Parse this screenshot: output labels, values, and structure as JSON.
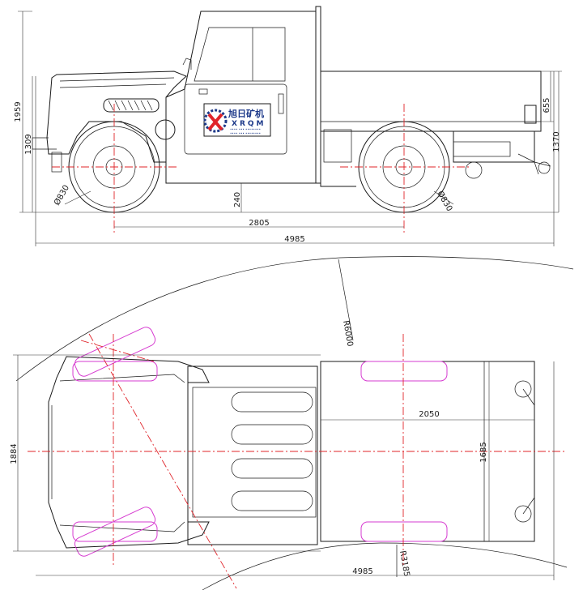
{
  "side_view": {
    "height_total": "1959",
    "height_cab": "1309",
    "rear_deck_height": "655",
    "rear_height": "1370",
    "wheel_front": "Ø830",
    "wheel_rear": "Ø830",
    "ground_clearance": "240",
    "wheelbase": "2805",
    "length": "4985",
    "logo_cn": "旭日矿机",
    "logo_en": "XRQM",
    "logo_line1": "•••• ••• ••••••••",
    "logo_line2": "•••• ••• ••••••••"
  },
  "top_view": {
    "radius_outer": "R6000",
    "radius_inner": "R3185",
    "width": "1884",
    "box_length": "2050",
    "box_width": "1685",
    "length": "4985"
  },
  "colors": {
    "line": "#1a1a1a",
    "centerline": "#e0242a",
    "tyre_outline": "#d63bd0",
    "logo_blue": "#1e3a8a",
    "logo_red": "#e0242a"
  }
}
